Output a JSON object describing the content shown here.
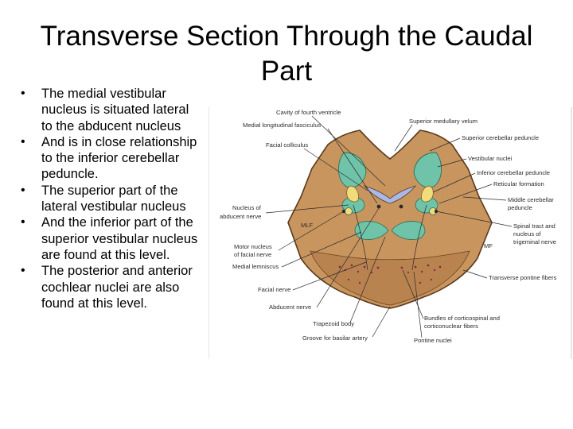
{
  "slide": {
    "title": "Transverse Section Through the Caudal Part",
    "bullets": [
      "The medial vestibular nucleus is situated lateral to the abducent nucleus",
      "And  is in close relationship to the inferior cerebellar peduncle.",
      "The superior part of the lateral vestibular nucleus",
      "And the inferior part of the superior vestibular nucleus are found at this level.",
      "The posterior and anterior cochlear nuclei are also found at this level."
    ]
  },
  "figure": {
    "labels": {
      "cavity_fourth_ventricle": "Cavity of fourth ventricle",
      "medial_longitudinal_fasciculus": "Medial longitudinal fasciculus",
      "superior_medullary_velum": "Superior medullary velum",
      "facial_colliculus": "Facial colliculus",
      "superior_cerebellar_peduncle": "Superior cerebellar peduncle",
      "vestibular_nuclei": "Vestibular nuclei",
      "inferior_cerebellar_peduncle": "Inferior cerebellar peduncle",
      "reticular_formation": "Reticular formation",
      "nucleus_of_abducent_nerve_1": "Nucleus of",
      "nucleus_of_abducent_nerve_2": "abducent nerve",
      "middle_cerebellar_peduncle_1": "Middle cerebellar",
      "middle_cerebellar_peduncle_2": "peduncle",
      "spinal_tract_1": "Spinal tract and",
      "spinal_tract_2": "nucleus of",
      "spinal_tract_3": "trigeminal nerve",
      "motor_nucleus_facial_1": "Motor nucleus",
      "motor_nucleus_facial_2": "of facial nerve",
      "medial_lemniscus": "Medial lemniscus",
      "transverse_pontine_fibers": "Transverse pontine fibers",
      "facial_nerve": "Facial nerve",
      "abducent_nerve": "Abducent nerve",
      "corticospinal_1": "Bundles of corticospinal and",
      "corticospinal_2": "corticonuclear fibers",
      "trapezoid_body": "Trapezoid body",
      "groove_basilar_artery": "Groove for basilar artery",
      "pontine_nuclei": "Pontine nuclei",
      "side_mark_left": "MLF",
      "side_mark_right": "MF"
    },
    "colors": {
      "pons_tissue": "#c9955e",
      "pons_outline": "#5a3a1c",
      "vestibular_teal": "#6fc3a8",
      "peduncle_yellow": "#f0dc7a",
      "ventricle_blue": "#a9b8e6",
      "pontine_dots": "#8a2a4a"
    }
  }
}
